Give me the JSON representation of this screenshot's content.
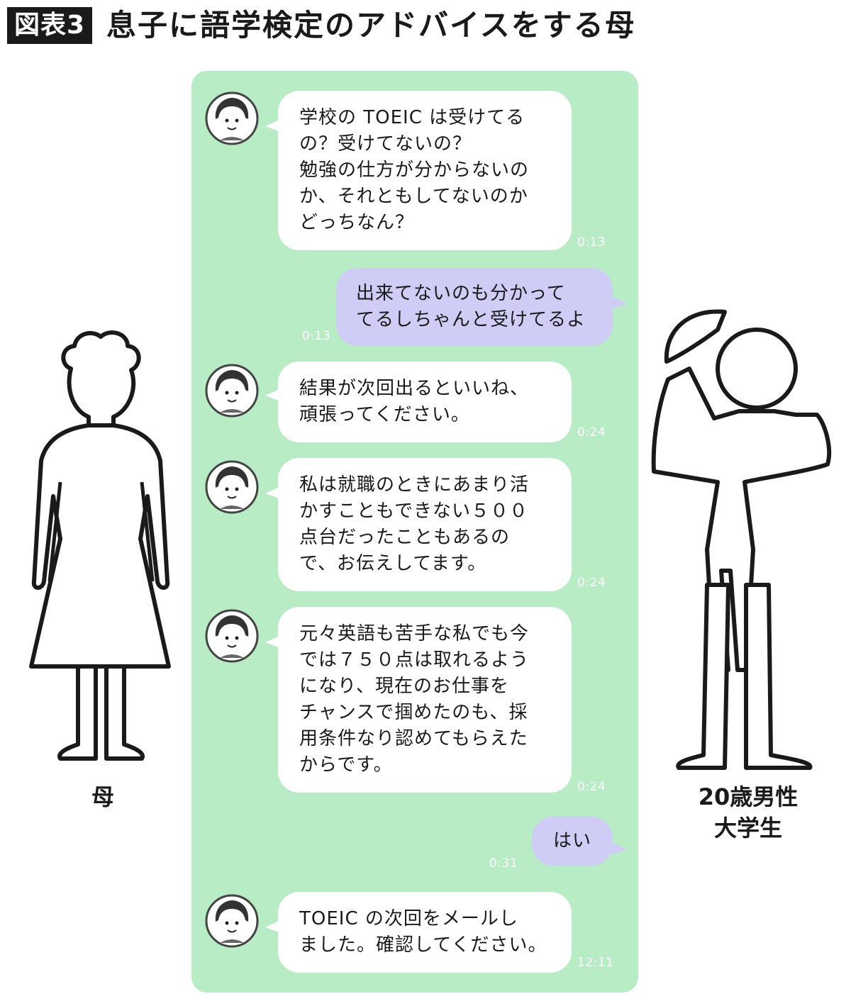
{
  "header": {
    "tag": "図表3",
    "title": "息子に語学検定のアドバイスをする母"
  },
  "people": {
    "mother_label": "母",
    "son_label": "20歳男性\n大学生"
  },
  "messages": [
    {
      "sender": "mother",
      "text": "学校の TOEIC は受けてる\nの？受けてないの？\n勉強の仕方が分からないの\nか、それともしてないのか\nどっちなん？",
      "time": "0:13"
    },
    {
      "sender": "son",
      "text": "出来てないのも分かって\nてるしちゃんと受けてるよ",
      "time": "0:13"
    },
    {
      "sender": "mother",
      "text": "結果が次回出るといいね、\n頑張ってください。",
      "time": "0:24"
    },
    {
      "sender": "mother",
      "text": "私は就職のときにあまり活\nかすこともできない５００\n点台だったこともあるの\nで、お伝えしてます。",
      "time": "0:24"
    },
    {
      "sender": "mother",
      "text": "元々英語も苦手な私でも今\nでは７５０点は取れるよう\nになり、現在のお仕事を\nチャンスで掴めたのも、採\n用条件なり認めてもらえた\nからです。",
      "time": "0:24"
    },
    {
      "sender": "son",
      "text": "はい",
      "time": "0:31"
    },
    {
      "sender": "mother",
      "text": "TOEIC の次回をメールし\nました。確認してください。",
      "time": "12:11"
    }
  ],
  "colors": {
    "chat_bg": "#b8ecc4",
    "mother_bubble": "#ffffff",
    "son_bubble": "#cfcdf6",
    "header_tag_bg": "#1a1a1a"
  }
}
